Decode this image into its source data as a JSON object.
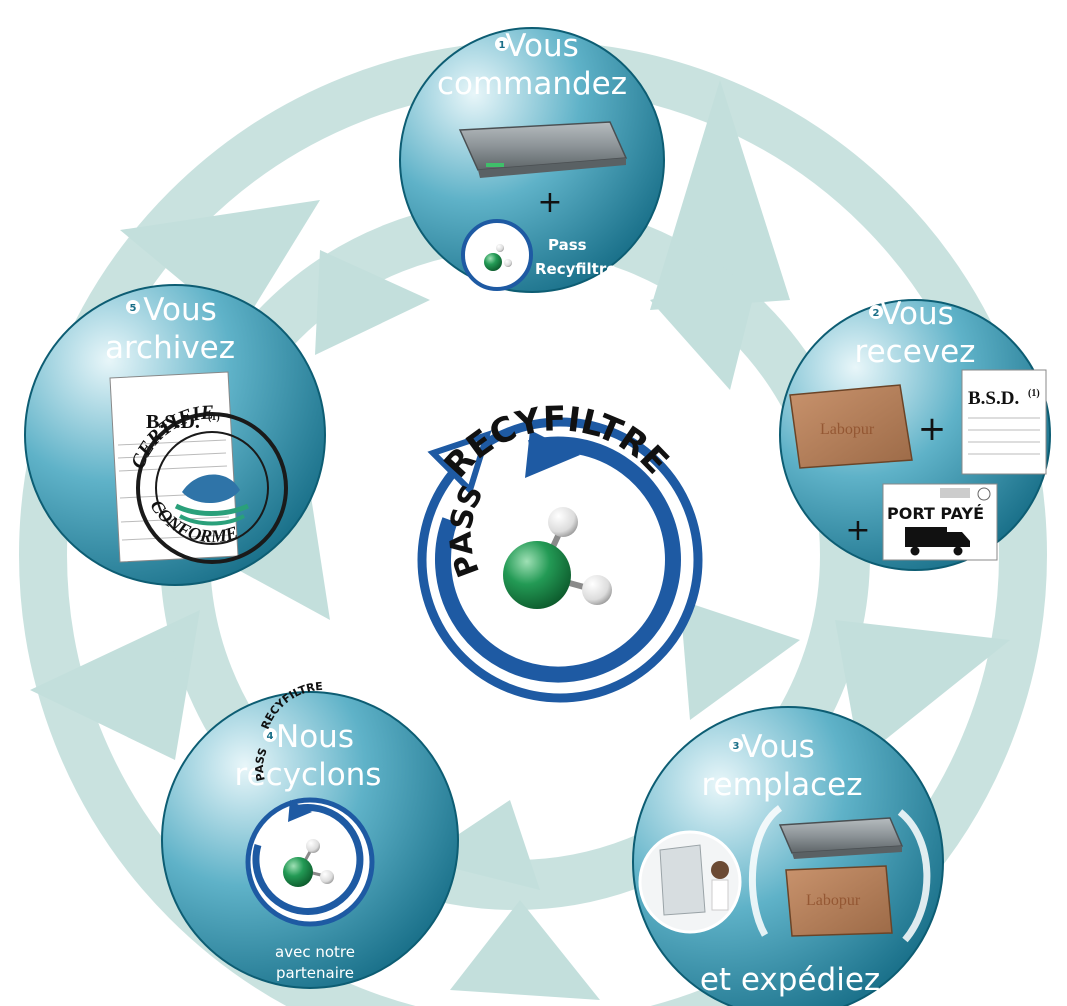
{
  "center_logo": {
    "word_top": "RECYFILTRE",
    "word_left": "PASS"
  },
  "steps": [
    {
      "number": "1",
      "title_line1": "Vous",
      "title_line2": "commandez",
      "pass_line1": "Pass",
      "pass_line2": "Recyfiltre",
      "plus": "+"
    },
    {
      "number": "2",
      "title_line1": "Vous",
      "title_line2": "recevez",
      "box_brand": "Labopur",
      "doc_label": "B.S.D.",
      "doc_sup": "(1)",
      "port_label": "PORT PAYÉ",
      "plus": "+"
    },
    {
      "number": "3",
      "title_line1": "Vous",
      "title_line2": "remplacez",
      "footer": "et expédiez",
      "box_brand": "Labopur"
    },
    {
      "number": "4",
      "title_line1": "Nous",
      "title_line2": "recyclons",
      "footer_line1": "avec notre",
      "footer_line2": "partenaire",
      "logo_top": "RECYFILTRE",
      "logo_left": "PASS"
    },
    {
      "number": "5",
      "title_line1": "Vous",
      "title_line2": "archivez",
      "doc_label": "B.S.D.",
      "doc_sup": "(1)",
      "stamp_top": "CERTIFIE",
      "stamp_bottom": "CONFORME"
    }
  ],
  "colors": {
    "arrow_ring": "#c3dfdc",
    "circle_dark": "#167690",
    "circle_light": "#cfe9ef",
    "logo_blue": "#1e5aa3",
    "molecule_green": "#1e8a4a"
  }
}
